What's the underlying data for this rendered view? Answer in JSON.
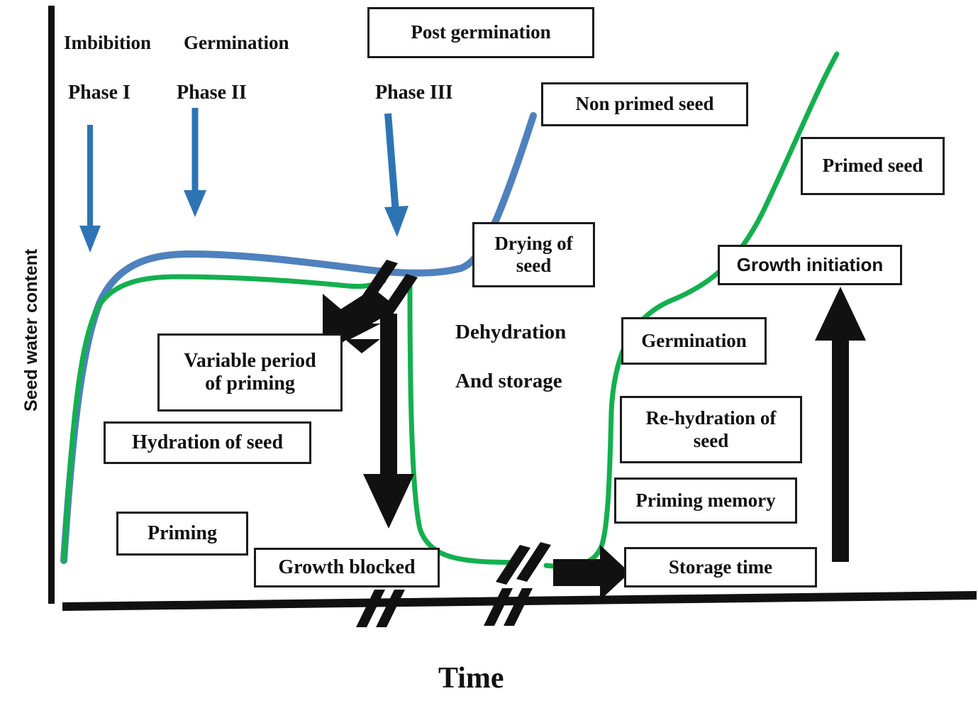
{
  "axes": {
    "y_label": "Seed water content",
    "x_label": "Time"
  },
  "phase_headers": [
    {
      "title": "Imbibition",
      "phase": "Phase I"
    },
    {
      "title": "Germination",
      "phase": "Phase II"
    },
    {
      "title": "",
      "phase": "Phase III"
    }
  ],
  "boxes": {
    "post_germination": "Post germination",
    "non_primed_seed": "Non primed seed",
    "primed_seed": "Primed seed",
    "drying_of_seed": "Drying of\nseed",
    "growth_initiation": "Growth initiation",
    "germination": "Germination",
    "rehydration_of_seed": "Re-hydration of\nseed",
    "priming_memory": "Priming memory",
    "storage_time": "Storage time",
    "variable_period_of_priming": "Variable period\nof priming",
    "hydration_of_seed": "Hydration of seed",
    "priming": "Priming",
    "growth_blocked": "Growth blocked"
  },
  "free_text": {
    "dehydration": "Dehydration",
    "and_storage": "And storage"
  },
  "colors": {
    "curve_non_primed": "#4E81BD",
    "curve_primed": "#13B04E",
    "phase_arrow": "#2E74B5",
    "axis": "#111111",
    "box_border": "#1a1a1a",
    "black_arrow": "#111111"
  },
  "chart_data": {
    "type": "line",
    "title": "",
    "xlabel": "Time",
    "ylabel": "Seed water content",
    "grid": false,
    "legend": "inline-boxes",
    "axis_breaks_x": [
      2,
      3
    ],
    "series": [
      {
        "name": "Non primed seed",
        "color": "#4E81BD",
        "description": "Triphasic imbibition curve: steep Phase I uptake, plateau through Phase II, then Phase III rise to germination",
        "points": [
          [
            90,
            790
          ],
          [
            110,
            520
          ],
          [
            135,
            420
          ],
          [
            175,
            378
          ],
          [
            240,
            362
          ],
          [
            330,
            360
          ],
          [
            430,
            368
          ],
          [
            500,
            378
          ],
          [
            560,
            385
          ],
          [
            620,
            384
          ],
          [
            660,
            370
          ],
          [
            700,
            300
          ],
          [
            750,
            165
          ]
        ]
      },
      {
        "name": "Primed seed",
        "color": "#13B04E",
        "description": "Hydration to plateau during priming, dehydration and storage at low water content, then re-hydration and growth initiation",
        "segment_a": [
          [
            90,
            790
          ],
          [
            108,
            560
          ],
          [
            130,
            460
          ],
          [
            170,
            410
          ],
          [
            240,
            395
          ],
          [
            340,
            393
          ],
          [
            440,
            398
          ],
          [
            510,
            405
          ],
          [
            540,
            398
          ]
        ],
        "segment_b": [
          [
            578,
            405
          ],
          [
            580,
            560
          ],
          [
            584,
            700
          ],
          [
            600,
            760
          ],
          [
            640,
            784
          ],
          [
            700,
            790
          ],
          [
            730,
            792
          ]
        ],
        "segment_c": [
          [
            770,
            796
          ],
          [
            820,
            800
          ],
          [
            850,
            790
          ],
          [
            860,
            720
          ],
          [
            864,
            600
          ],
          [
            880,
            500
          ],
          [
            920,
            440
          ],
          [
            1000,
            405
          ],
          [
            1060,
            360
          ],
          [
            1110,
            270
          ],
          [
            1150,
            165
          ],
          [
            1180,
            78
          ]
        ]
      }
    ],
    "phase_annotations": [
      {
        "label": "Phase I",
        "x": 128,
        "note": "Imbibition"
      },
      {
        "label": "Phase II",
        "x": 275,
        "note": "Germination"
      },
      {
        "label": "Phase III",
        "x": 560,
        "note": "Post germination"
      }
    ]
  }
}
